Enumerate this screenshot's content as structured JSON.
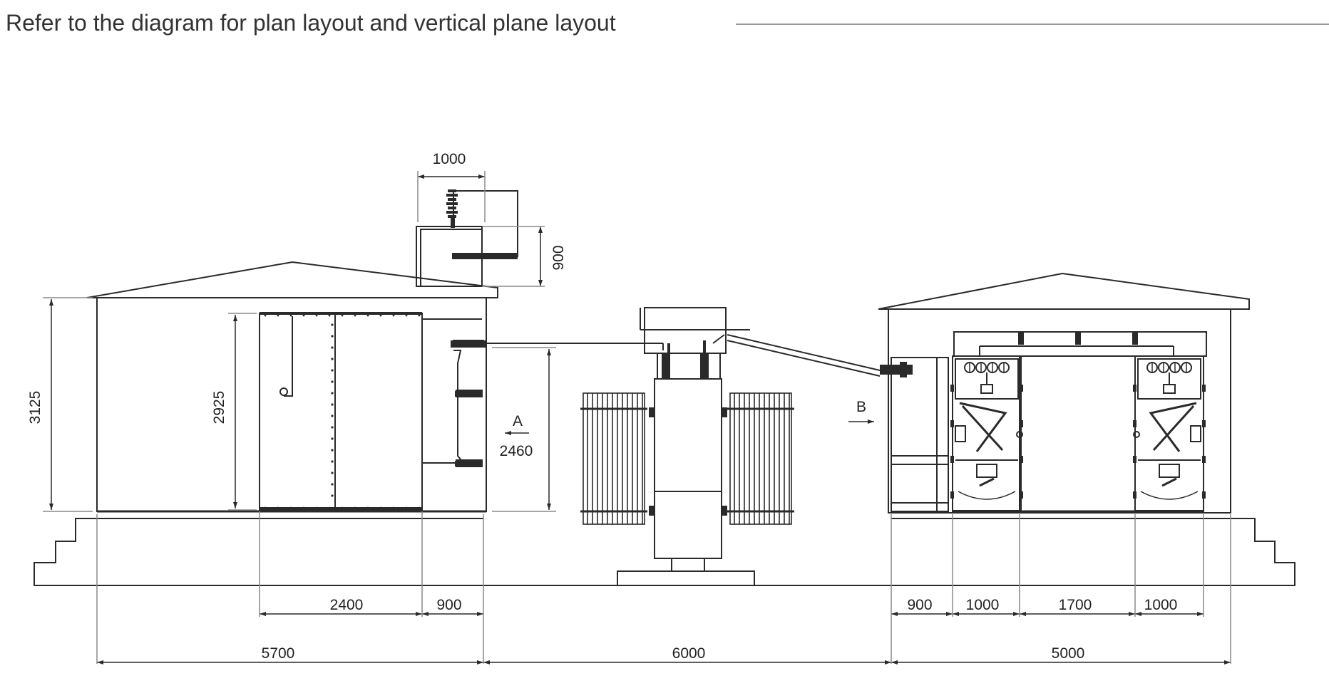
{
  "heading": "Refer to the diagram for plan layout and vertical plane layout",
  "colors": {
    "line": "#2a2a2a",
    "extension": "#8a8a8a",
    "heading_text": "#333333",
    "background": "#ffffff"
  },
  "dimensions": {
    "top_bushing_width": "1000",
    "top_bushing_height": "900",
    "left_building_height": "3125",
    "left_panel_height": "2925",
    "cable_height": "2460",
    "view_a": "A",
    "view_b": "B",
    "left_panel_width": "2400",
    "left_gap": "900",
    "right_gap": "900",
    "right_cabinet_1": "1000",
    "right_middle": "1700",
    "right_cabinet_2": "1000",
    "left_building_width": "5700",
    "transformer_spacing": "6000",
    "right_building_width": "5000"
  }
}
